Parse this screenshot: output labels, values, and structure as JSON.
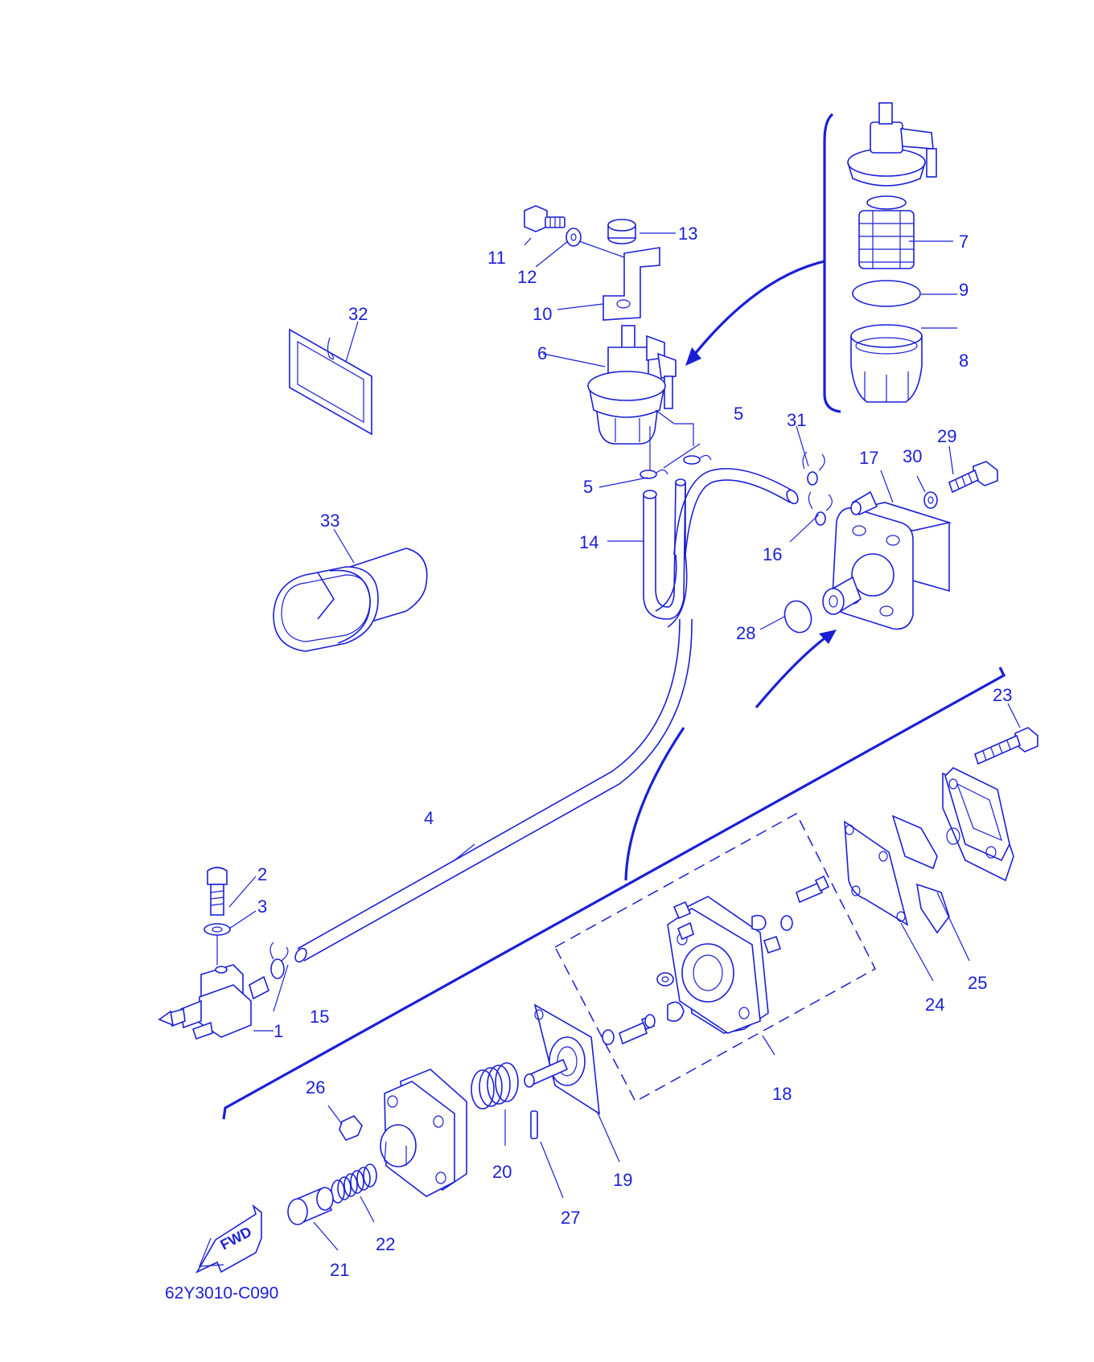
{
  "diagram": {
    "drawing_code": "62Y3010-C090",
    "fwd_label": "FWD",
    "line_color": "#1a1fd6",
    "callouts": {
      "c1": "1",
      "c2": "2",
      "c3": "3",
      "c4": "4",
      "c5a": "5",
      "c5b": "5",
      "c6": "6",
      "c7": "7",
      "c8": "8",
      "c9": "9",
      "c10": "10",
      "c11": "11",
      "c12": "12",
      "c13": "13",
      "c14": "14",
      "c15": "15",
      "c16": "16",
      "c17": "17",
      "c18": "18",
      "c19": "19",
      "c20": "20",
      "c21": "21",
      "c22": "22",
      "c23": "23",
      "c24": "24",
      "c25": "25",
      "c26": "26",
      "c27": "27",
      "c28": "28",
      "c29": "29",
      "c30": "30",
      "c31": "31",
      "c32": "32",
      "c33": "33"
    }
  }
}
